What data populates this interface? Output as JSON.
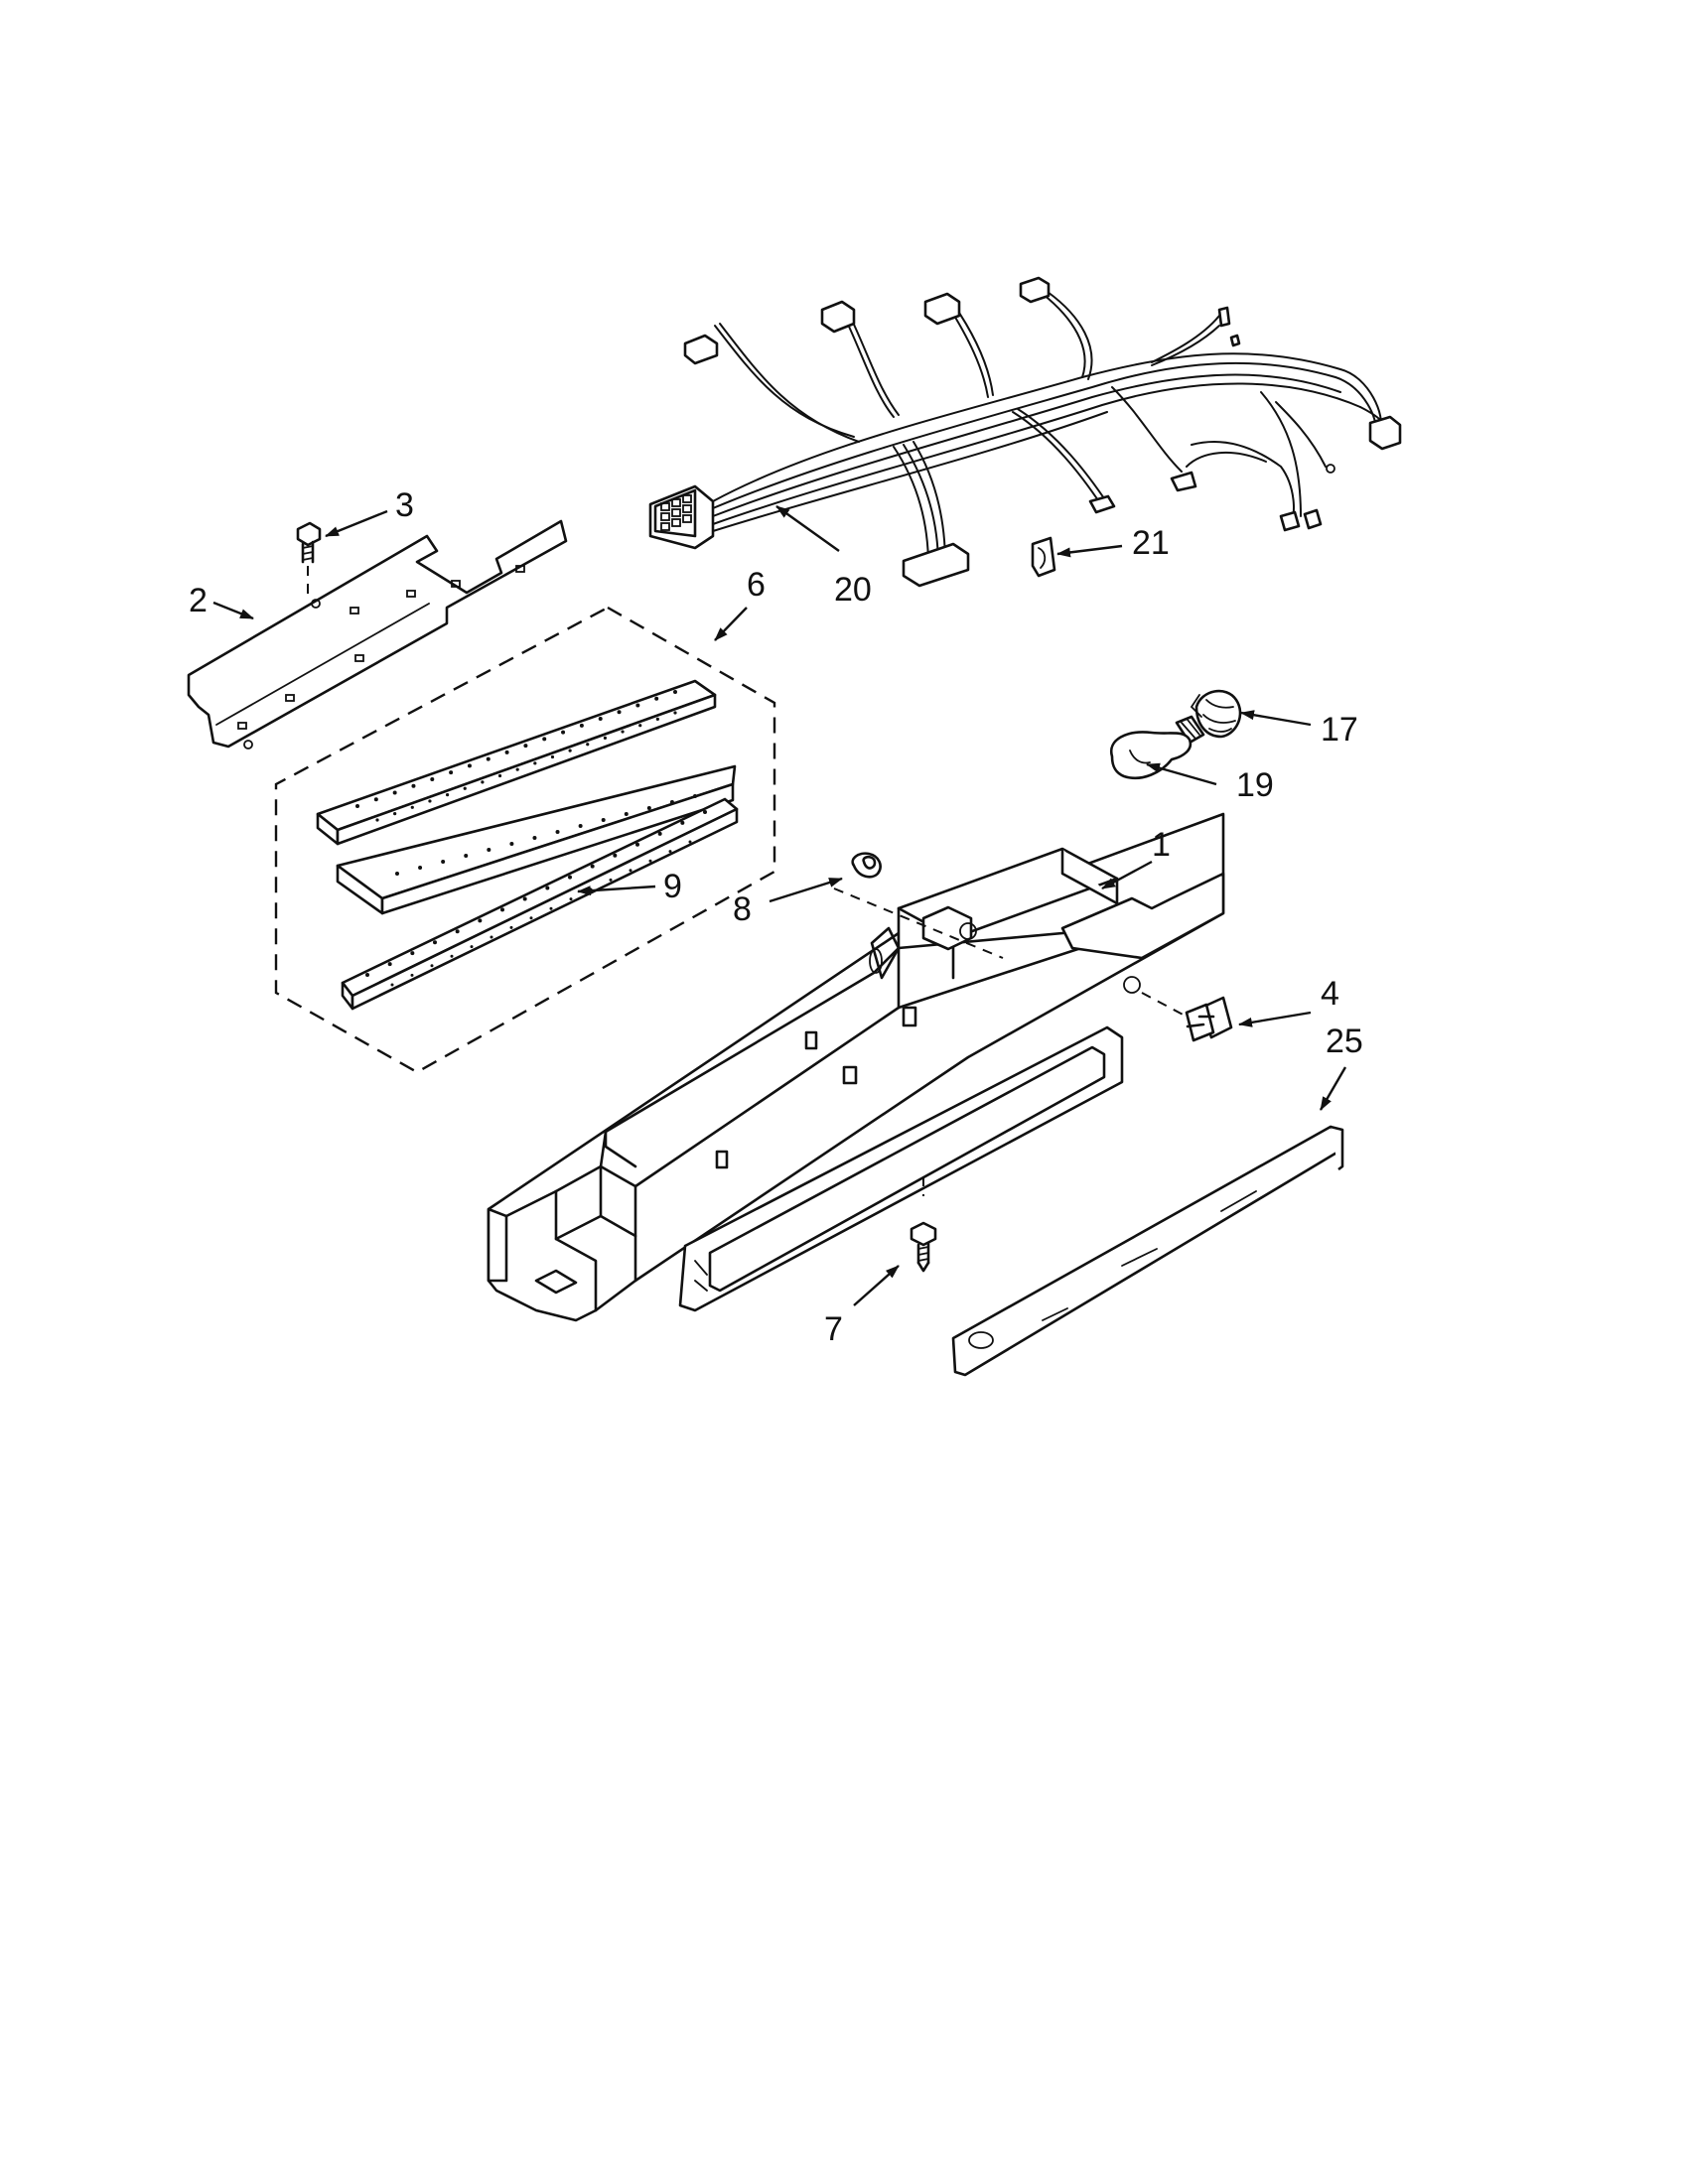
{
  "callouts": [
    {
      "id": "1",
      "label": "1"
    },
    {
      "id": "2",
      "label": "2"
    },
    {
      "id": "3",
      "label": "3"
    },
    {
      "id": "4",
      "label": "4"
    },
    {
      "id": "6",
      "label": "6"
    },
    {
      "id": "7",
      "label": "7"
    },
    {
      "id": "8",
      "label": "8"
    },
    {
      "id": "9",
      "label": "9"
    },
    {
      "id": "17",
      "label": "17"
    },
    {
      "id": "19",
      "label": "19"
    },
    {
      "id": "20",
      "label": "20"
    },
    {
      "id": "21",
      "label": "21"
    },
    {
      "id": "25",
      "label": "25"
    }
  ]
}
